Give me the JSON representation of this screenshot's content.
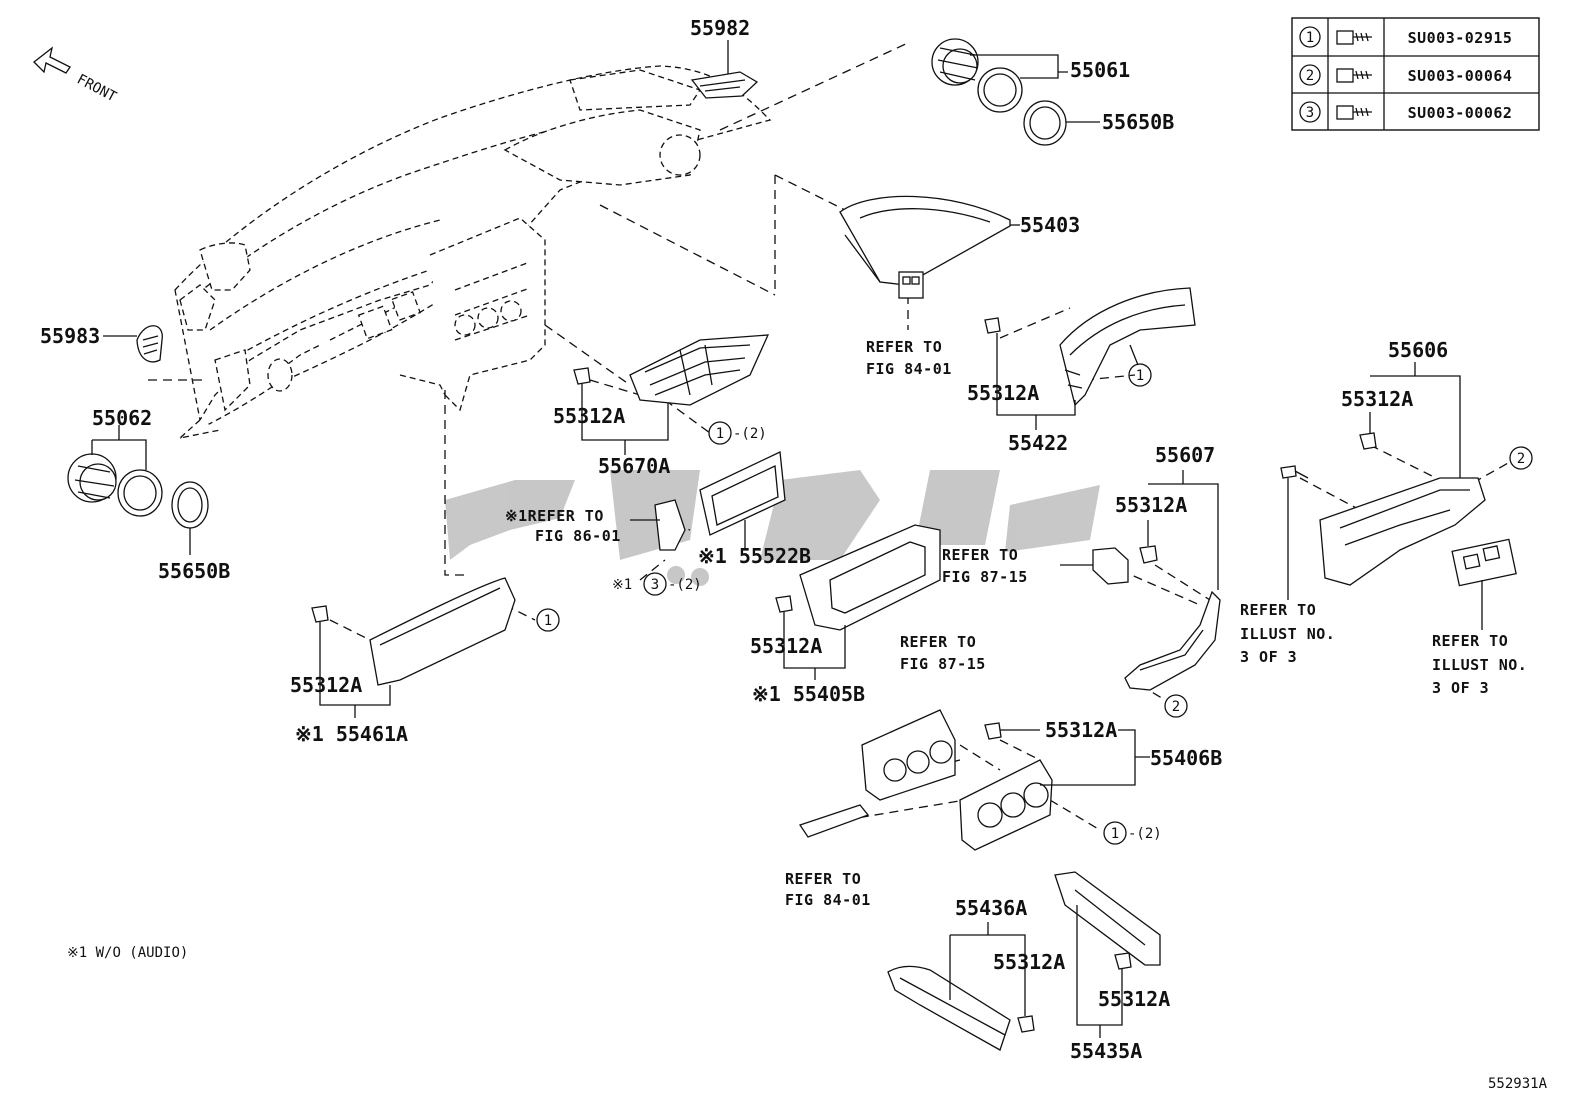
{
  "diagram": {
    "figure_id": "552931A",
    "front_label": "FRONT",
    "footnote": "※1  W/O (AUDIO)",
    "fastener_table": [
      {
        "num": "1",
        "part": "SU003-02915"
      },
      {
        "num": "2",
        "part": "SU003-00064"
      },
      {
        "num": "3",
        "part": "SU003-00062"
      }
    ],
    "part_labels": {
      "p55982": "55982",
      "p55061": "55061",
      "p55650B_top": "55650B",
      "p55403": "55403",
      "p55983": "55983",
      "p55062": "55062",
      "p55650B_left": "55650B",
      "p55312A_a": "55312A",
      "p55670A": "55670A",
      "p55312A_b": "55312A",
      "p55422": "55422",
      "p55607": "55607",
      "p55312A_c": "55312A",
      "p55606": "55606",
      "p55312A_d": "55312A",
      "p55522B": "※1 55522B",
      "p55312A_e": "55312A",
      "p55405B": "※1 55405B",
      "p55312A_f": "55312A",
      "p55461A": "※1 55461A",
      "p55312A_g": "55312A",
      "p55406B": "55406B",
      "p55436A": "55436A",
      "p55312A_h": "55312A",
      "p55312A_i": "55312A",
      "p55435A": "55435A",
      "fastener_3_prefix": "※1"
    },
    "refer_notes": {
      "r84a_1": "REFER TO",
      "r84a_2": "FIG 84-01",
      "r86_1": "※1REFER TO",
      "r86_2": "FIG 86-01",
      "r87a_1": "REFER TO",
      "r87a_2": "FIG 87-15",
      "r87b_1": "REFER TO",
      "r87b_2": "FIG 87-15",
      "r84b_1": "REFER TO",
      "r84b_2": "FIG 84-01",
      "ill1_1": "REFER TO",
      "ill1_2": "ILLUST NO.",
      "ill1_3": "3 OF 3",
      "ill2_1": "REFER TO",
      "ill2_2": "ILLUST NO.",
      "ill2_3": "3 OF 3"
    },
    "callouts": {
      "c1_55670A": "1",
      "c1_55670A_suffix": "-(2)",
      "c1_55422": "1",
      "c2_55607": "2",
      "c2_55606": "2",
      "c3_55522B": "3",
      "c3_55522B_suffix": "-(2)",
      "c1_55461A": "1",
      "c1_55406B": "1",
      "c1_55406B_suffix": "-(2)"
    }
  }
}
